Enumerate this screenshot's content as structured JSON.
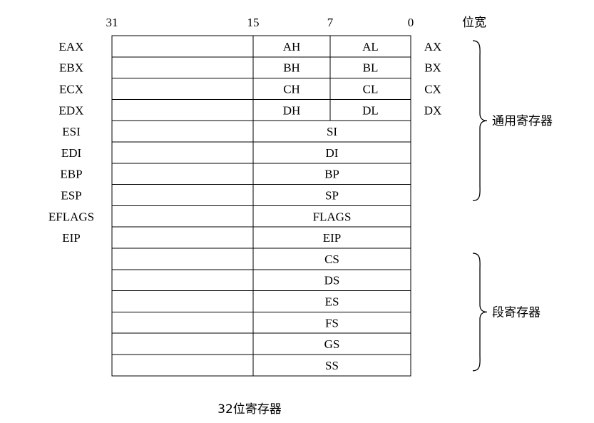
{
  "bit_header": {
    "marks": [
      "31",
      "15",
      "7",
      "0"
    ],
    "width_label": "位宽"
  },
  "registers": [
    {
      "name": "EAX",
      "split": true,
      "high": "AH",
      "low": "AL",
      "word": "AX"
    },
    {
      "name": "EBX",
      "split": true,
      "high": "BH",
      "low": "BL",
      "word": "BX"
    },
    {
      "name": "ECX",
      "split": true,
      "high": "CH",
      "low": "CL",
      "word": "CX"
    },
    {
      "name": "EDX",
      "split": true,
      "high": "DH",
      "low": "DL",
      "word": "DX"
    },
    {
      "name": "ESI",
      "split": false,
      "sub": "SI"
    },
    {
      "name": "EDI",
      "split": false,
      "sub": "DI"
    },
    {
      "name": "EBP",
      "split": false,
      "sub": "BP"
    },
    {
      "name": "ESP",
      "split": false,
      "sub": "SP"
    },
    {
      "name": "EFLAGS",
      "split": false,
      "sub": "FLAGS"
    },
    {
      "name": "EIP",
      "split": false,
      "sub": "EIP"
    },
    {
      "name": "",
      "split": false,
      "sub": "CS"
    },
    {
      "name": "",
      "split": false,
      "sub": "DS"
    },
    {
      "name": "",
      "split": false,
      "sub": "ES"
    },
    {
      "name": "",
      "split": false,
      "sub": "FS"
    },
    {
      "name": "",
      "split": false,
      "sub": "GS"
    },
    {
      "name": "",
      "split": false,
      "sub": "SS"
    }
  ],
  "groups": [
    {
      "label": "通用寄存器",
      "from_row": 0,
      "to_row": 7
    },
    {
      "label": "段寄存器",
      "from_row": 10,
      "to_row": 15
    }
  ],
  "footer_label": "32位寄存器"
}
